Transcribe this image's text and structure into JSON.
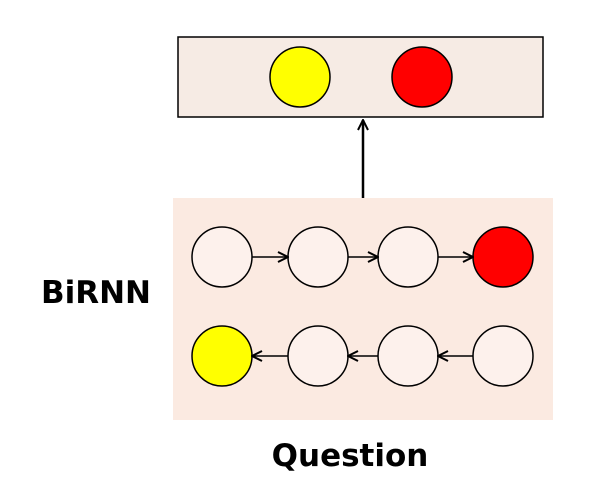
{
  "diagram": {
    "side_label": "BiRNN",
    "bottom_label": "Question"
  },
  "colors": {
    "panel_fill": "#fbeae1",
    "output_box_fill": "#f6ebe4",
    "node_empty_fill": "#fdf1ec",
    "node_yellow": "#ffff00",
    "node_red": "#ff0000",
    "stroke": "#000000"
  },
  "output_nodes": [
    {
      "color": "yellow"
    },
    {
      "color": "red"
    }
  ],
  "forward_row": [
    {
      "color": "empty"
    },
    {
      "color": "empty"
    },
    {
      "color": "empty"
    },
    {
      "color": "red"
    }
  ],
  "backward_row": [
    {
      "color": "yellow"
    },
    {
      "color": "empty"
    },
    {
      "color": "empty"
    },
    {
      "color": "empty"
    }
  ],
  "arrows": {
    "forward_direction": "right",
    "backward_direction": "left",
    "panel_to_output": "up"
  }
}
